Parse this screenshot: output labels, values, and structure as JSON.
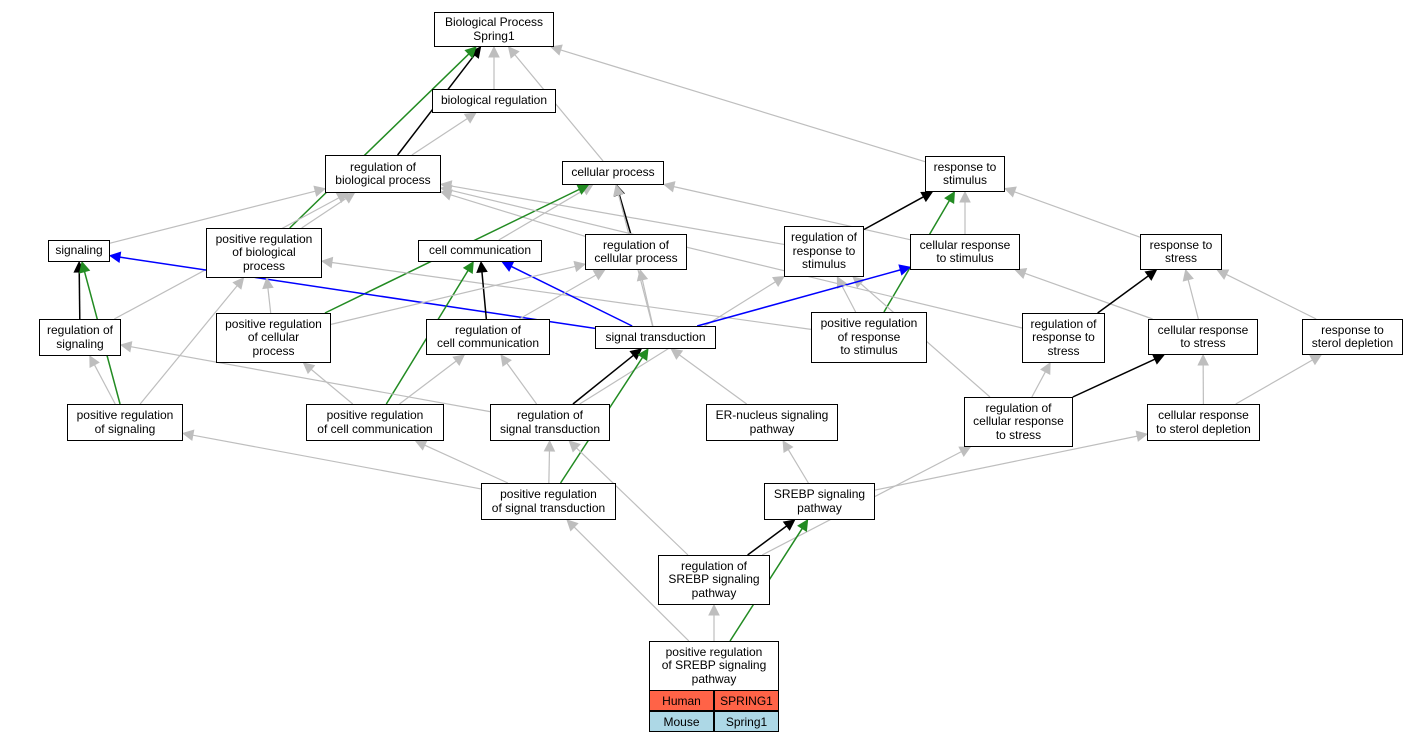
{
  "colors": {
    "is_a": "#bebebe",
    "part_of": "#000000",
    "positively_regulates": "#228b22",
    "regulates": "#0000ff",
    "human_row": "#ff6347",
    "mouse_row": "#add8e6"
  },
  "nodes": [
    {
      "id": "bp",
      "label": "Biological Process\nSpring1"
    },
    {
      "id": "biological_regulation",
      "label": "biological regulation"
    },
    {
      "id": "regulation_of_biological_process",
      "label": "regulation of\nbiological process"
    },
    {
      "id": "cellular_process",
      "label": "cellular process"
    },
    {
      "id": "response_to_stimulus",
      "label": "response to\nstimulus"
    },
    {
      "id": "signaling",
      "label": "signaling"
    },
    {
      "id": "positive_regulation_of_biological_process",
      "label": "positive regulation\nof biological\nprocess"
    },
    {
      "id": "cell_communication",
      "label": "cell communication"
    },
    {
      "id": "regulation_of_cellular_process",
      "label": "regulation of\ncellular process"
    },
    {
      "id": "regulation_of_response_to_stimulus",
      "label": "regulation of\nresponse to\nstimulus"
    },
    {
      "id": "cellular_response_to_stimulus",
      "label": "cellular response\nto stimulus"
    },
    {
      "id": "response_to_stress",
      "label": "response to\nstress"
    },
    {
      "id": "regulation_of_signaling",
      "label": "regulation of\nsignaling"
    },
    {
      "id": "positive_regulation_of_cellular_process",
      "label": "positive regulation\nof cellular\nprocess"
    },
    {
      "id": "regulation_of_cell_communication",
      "label": "regulation of\ncell communication"
    },
    {
      "id": "signal_transduction",
      "label": "signal transduction"
    },
    {
      "id": "positive_regulation_of_response_to_stimulus",
      "label": "positive regulation\nof response\nto stimulus"
    },
    {
      "id": "regulation_of_response_to_stress",
      "label": "regulation of\nresponse to\nstress"
    },
    {
      "id": "cellular_response_to_stress",
      "label": "cellular response\nto stress"
    },
    {
      "id": "response_to_sterol_depletion",
      "label": "response to\nsterol depletion"
    },
    {
      "id": "positive_regulation_of_signaling",
      "label": "positive regulation\nof signaling"
    },
    {
      "id": "positive_regulation_of_cell_communication",
      "label": "positive regulation\nof cell communication"
    },
    {
      "id": "regulation_of_signal_transduction",
      "label": "regulation of\nsignal transduction"
    },
    {
      "id": "er_nucleus_signaling_pathway",
      "label": "ER-nucleus signaling\npathway"
    },
    {
      "id": "regulation_of_cellular_response_to_stress",
      "label": "regulation of\ncellular response\nto stress"
    },
    {
      "id": "cellular_response_to_sterol_depletion",
      "label": "cellular response\nto sterol depletion"
    },
    {
      "id": "positive_regulation_of_signal_transduction",
      "label": "positive regulation\nof signal transduction"
    },
    {
      "id": "srebp_signaling_pathway",
      "label": "SREBP signaling\npathway"
    },
    {
      "id": "regulation_of_srebp_signaling_pathway",
      "label": "regulation of\nSREBP signaling\npathway"
    },
    {
      "id": "positive_regulation_of_srebp_signaling_pathway",
      "label": "positive regulation\nof SREBP signaling\npathway"
    }
  ],
  "legend": {
    "human": {
      "species": "Human",
      "gene": "SPRING1"
    },
    "mouse": {
      "species": "Mouse",
      "gene": "Spring1"
    }
  },
  "edges": [
    {
      "from": "biological_regulation",
      "to": "bp",
      "type": "is_a"
    },
    {
      "from": "regulation_of_biological_process",
      "to": "bp",
      "type": "part_of"
    },
    {
      "from": "positive_regulation_of_biological_process",
      "to": "bp",
      "type": "positively_regulates"
    },
    {
      "from": "cellular_process",
      "to": "bp",
      "type": "is_a"
    },
    {
      "from": "response_to_stimulus",
      "to": "bp",
      "type": "is_a"
    },
    {
      "from": "regulation_of_biological_process",
      "to": "biological_regulation",
      "type": "is_a"
    },
    {
      "from": "signaling",
      "to": "regulation_of_biological_process",
      "type": "is_a"
    },
    {
      "from": "positive_regulation_of_biological_process",
      "to": "regulation_of_biological_process",
      "type": "is_a"
    },
    {
      "from": "regulation_of_signaling",
      "to": "regulation_of_biological_process",
      "type": "is_a"
    },
    {
      "from": "regulation_of_cellular_process",
      "to": "regulation_of_biological_process",
      "type": "is_a"
    },
    {
      "from": "regulation_of_response_to_stimulus",
      "to": "regulation_of_biological_process",
      "type": "is_a"
    },
    {
      "from": "cell_communication",
      "to": "cellular_process",
      "type": "is_a"
    },
    {
      "from": "regulation_of_cellular_process",
      "to": "cellular_process",
      "type": "part_of"
    },
    {
      "from": "positive_regulation_of_cellular_process",
      "to": "cellular_process",
      "type": "positively_regulates"
    },
    {
      "from": "signal_transduction",
      "to": "cellular_process",
      "type": "is_a"
    },
    {
      "from": "cellular_response_to_stimulus",
      "to": "cellular_process",
      "type": "is_a"
    },
    {
      "from": "regulation_of_response_to_stimulus",
      "to": "response_to_stimulus",
      "type": "part_of"
    },
    {
      "from": "cellular_response_to_stimulus",
      "to": "response_to_stimulus",
      "type": "is_a"
    },
    {
      "from": "positive_regulation_of_response_to_stimulus",
      "to": "response_to_stimulus",
      "type": "positively_regulates"
    },
    {
      "from": "response_to_stress",
      "to": "response_to_stimulus",
      "type": "is_a"
    },
    {
      "from": "regulation_of_signaling",
      "to": "signaling",
      "type": "part_of"
    },
    {
      "from": "positive_regulation_of_signaling",
      "to": "signaling",
      "type": "positively_regulates"
    },
    {
      "from": "signal_transduction",
      "to": "signaling",
      "type": "regulates"
    },
    {
      "from": "positive_regulation_of_cellular_process",
      "to": "positive_regulation_of_biological_process",
      "type": "is_a"
    },
    {
      "from": "positive_regulation_of_signaling",
      "to": "positive_regulation_of_biological_process",
      "type": "is_a"
    },
    {
      "from": "positive_regulation_of_response_to_stimulus",
      "to": "positive_regulation_of_biological_process",
      "type": "is_a"
    },
    {
      "from": "regulation_of_cell_communication",
      "to": "cell_communication",
      "type": "part_of"
    },
    {
      "from": "positive_regulation_of_cell_communication",
      "to": "cell_communication",
      "type": "positively_regulates"
    },
    {
      "from": "signal_transduction",
      "to": "cell_communication",
      "type": "regulates"
    },
    {
      "from": "positive_regulation_of_cellular_process",
      "to": "regulation_of_cellular_process",
      "type": "is_a"
    },
    {
      "from": "regulation_of_cell_communication",
      "to": "regulation_of_cellular_process",
      "type": "is_a"
    },
    {
      "from": "signal_transduction",
      "to": "regulation_of_cellular_process",
      "type": "is_a"
    },
    {
      "from": "regulation_of_signal_transduction",
      "to": "regulation_of_response_to_stimulus",
      "type": "is_a"
    },
    {
      "from": "positive_regulation_of_response_to_stimulus",
      "to": "regulation_of_response_to_stimulus",
      "type": "is_a"
    },
    {
      "from": "regulation_of_cellular_response_to_stress",
      "to": "regulation_of_response_to_stimulus",
      "type": "is_a"
    },
    {
      "from": "signal_transduction",
      "to": "cellular_response_to_stimulus",
      "type": "regulates"
    },
    {
      "from": "cellular_response_to_stress",
      "to": "cellular_response_to_stimulus",
      "type": "is_a"
    },
    {
      "from": "regulation_of_response_to_stress",
      "to": "regulation_of_biological_process",
      "type": "is_a"
    },
    {
      "from": "regulation_of_response_to_stress",
      "to": "response_to_stress",
      "type": "part_of"
    },
    {
      "from": "cellular_response_to_stress",
      "to": "response_to_stress",
      "type": "is_a"
    },
    {
      "from": "response_to_sterol_depletion",
      "to": "response_to_stress",
      "type": "is_a"
    },
    {
      "from": "positive_regulation_of_signaling",
      "to": "regulation_of_signaling",
      "type": "is_a"
    },
    {
      "from": "regulation_of_signal_transduction",
      "to": "regulation_of_signaling",
      "type": "is_a"
    },
    {
      "from": "positive_regulation_of_cell_communication",
      "to": "positive_regulation_of_cellular_process",
      "type": "is_a"
    },
    {
      "from": "positive_regulation_of_cell_communication",
      "to": "regulation_of_cell_communication",
      "type": "is_a"
    },
    {
      "from": "regulation_of_signal_transduction",
      "to": "regulation_of_cell_communication",
      "type": "is_a"
    },
    {
      "from": "regulation_of_signal_transduction",
      "to": "signal_transduction",
      "type": "part_of"
    },
    {
      "from": "positive_regulation_of_signal_transduction",
      "to": "signal_transduction",
      "type": "positively_regulates"
    },
    {
      "from": "er_nucleus_signaling_pathway",
      "to": "signal_transduction",
      "type": "is_a"
    },
    {
      "from": "regulation_of_cellular_response_to_stress",
      "to": "regulation_of_response_to_stress",
      "type": "is_a"
    },
    {
      "from": "regulation_of_cellular_response_to_stress",
      "to": "cellular_response_to_stress",
      "type": "part_of"
    },
    {
      "from": "cellular_response_to_sterol_depletion",
      "to": "cellular_response_to_stress",
      "type": "is_a"
    },
    {
      "from": "cellular_response_to_sterol_depletion",
      "to": "response_to_sterol_depletion",
      "type": "is_a"
    },
    {
      "from": "positive_regulation_of_signal_transduction",
      "to": "positive_regulation_of_signaling",
      "type": "is_a"
    },
    {
      "from": "positive_regulation_of_signal_transduction",
      "to": "positive_regulation_of_cell_communication",
      "type": "is_a"
    },
    {
      "from": "positive_regulation_of_signal_transduction",
      "to": "regulation_of_signal_transduction",
      "type": "is_a"
    },
    {
      "from": "srebp_signaling_pathway",
      "to": "er_nucleus_signaling_pathway",
      "type": "is_a"
    },
    {
      "from": "srebp_signaling_pathway",
      "to": "cellular_response_to_sterol_depletion",
      "type": "is_a"
    },
    {
      "from": "regulation_of_srebp_signaling_pathway",
      "to": "regulation_of_signal_transduction",
      "type": "is_a"
    },
    {
      "from": "regulation_of_srebp_signaling_pathway",
      "to": "regulation_of_cellular_response_to_stress",
      "type": "is_a"
    },
    {
      "from": "regulation_of_srebp_signaling_pathway",
      "to": "srebp_signaling_pathway",
      "type": "part_of"
    },
    {
      "from": "positive_regulation_of_srebp_signaling_pathway",
      "to": "positive_regulation_of_signal_transduction",
      "type": "is_a"
    },
    {
      "from": "positive_regulation_of_srebp_signaling_pathway",
      "to": "regulation_of_srebp_signaling_pathway",
      "type": "is_a"
    },
    {
      "from": "positive_regulation_of_srebp_signaling_pathway",
      "to": "srebp_signaling_pathway",
      "type": "positively_regulates"
    }
  ]
}
